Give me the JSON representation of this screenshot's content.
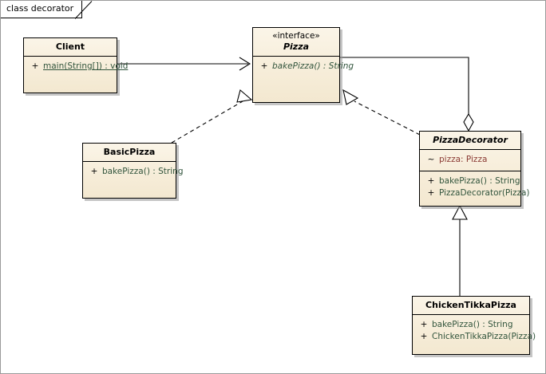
{
  "frame": {
    "label": "class decorator"
  },
  "colors": {
    "box_fill_top": "#fbf5e8",
    "box_fill_bottom": "#f3e8d0",
    "box_border": "#000000",
    "method_text": "#31543c",
    "attribute_text": "#8a3a34",
    "shadow": "#969696",
    "canvas": "#ffffff"
  },
  "classes": [
    {
      "id": "client",
      "name": "Client",
      "stereotype": "",
      "abstract": false,
      "attributes": [],
      "methods": [
        {
          "visibility": "+",
          "text": "main(String[]) : void",
          "static": true,
          "abstract": false
        }
      ]
    },
    {
      "id": "pizza",
      "name": "Pizza",
      "stereotype": "«interface»",
      "abstract": true,
      "attributes": [],
      "methods": [
        {
          "visibility": "+",
          "text": "bakePizza() : String",
          "static": false,
          "abstract": true
        }
      ]
    },
    {
      "id": "basicpizza",
      "name": "BasicPizza",
      "stereotype": "",
      "abstract": false,
      "attributes": [],
      "methods": [
        {
          "visibility": "+",
          "text": "bakePizza() : String",
          "static": false,
          "abstract": false
        }
      ]
    },
    {
      "id": "pizzadecorator",
      "name": "PizzaDecorator",
      "stereotype": "",
      "abstract": true,
      "attributes": [
        {
          "visibility": "~",
          "text": "pizza:  Pizza"
        }
      ],
      "methods": [
        {
          "visibility": "+",
          "text": "bakePizza() : String",
          "static": false,
          "abstract": false
        },
        {
          "visibility": "+",
          "text": "PizzaDecorator(Pizza)",
          "static": false,
          "abstract": false
        }
      ]
    },
    {
      "id": "chickentikkapizza",
      "name": "ChickenTikkaPizza",
      "stereotype": "",
      "abstract": false,
      "attributes": [],
      "methods": [
        {
          "visibility": "+",
          "text": "bakePizza() : String",
          "static": false,
          "abstract": false
        },
        {
          "visibility": "+",
          "text": "ChickenTikkaPizza(Pizza)",
          "static": false,
          "abstract": false
        }
      ]
    }
  ],
  "relationships": [
    {
      "id": "client-uses-pizza",
      "type": "association",
      "from": "Client",
      "to": "Pizza",
      "line": "solid",
      "head": "open-arrow"
    },
    {
      "id": "basicpizza-realizes-pizza",
      "type": "realization",
      "from": "BasicPizza",
      "to": "Pizza",
      "line": "dashed",
      "head": "hollow-triangle"
    },
    {
      "id": "pizzadecorator-realizes-pizza",
      "type": "realization",
      "from": "PizzaDecorator",
      "to": "Pizza",
      "line": "dashed",
      "head": "hollow-triangle"
    },
    {
      "id": "pizzadecorator-aggregates-pizza",
      "type": "aggregation",
      "from": "PizzaDecorator",
      "to": "Pizza",
      "line": "solid",
      "head": "hollow-diamond"
    },
    {
      "id": "chickentikkapizza-extends-pizzadecorator",
      "type": "generalization",
      "from": "ChickenTikkaPizza",
      "to": "PizzaDecorator",
      "line": "solid",
      "head": "hollow-triangle"
    }
  ]
}
